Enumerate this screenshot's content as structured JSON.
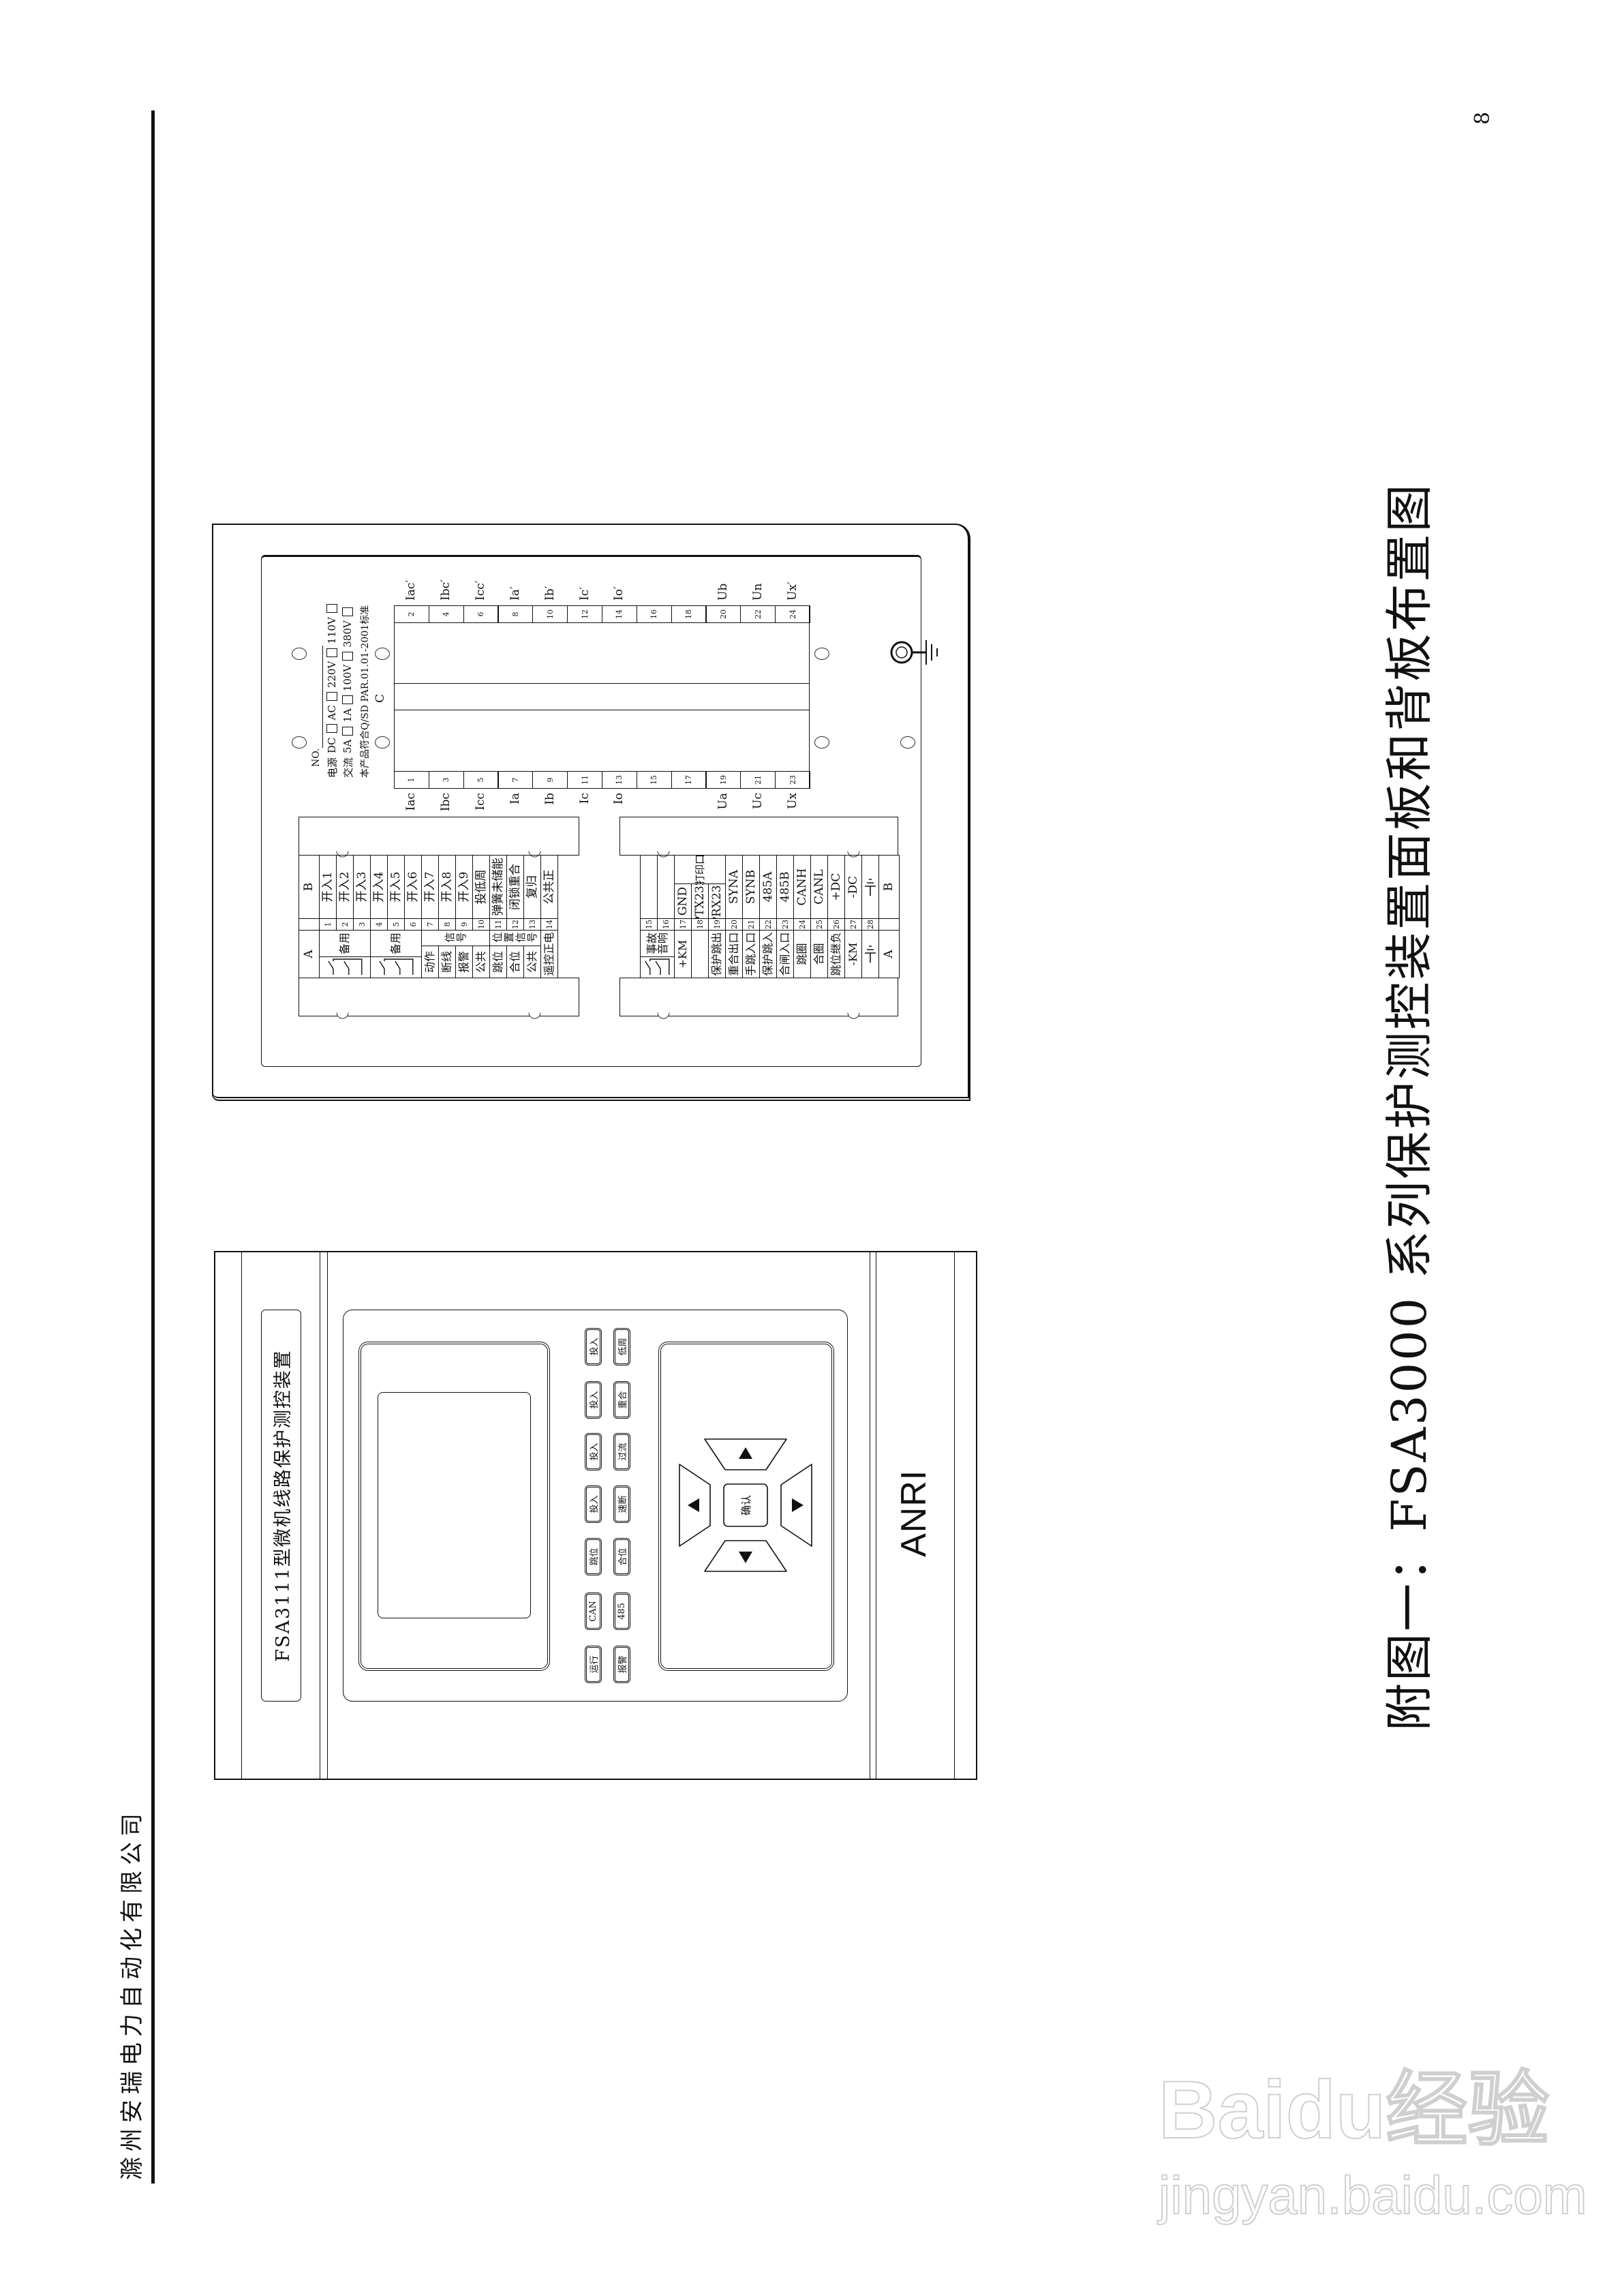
{
  "header": {
    "company": "滁州安瑞电力自动化有限公司",
    "page_number": "8"
  },
  "caption": "附图一：FSA3000 系列保护测控装置面板和背板布置图",
  "front_panel": {
    "title": "FSA3111型微机线路保护测控装置",
    "brand": "ANRI",
    "indicators": [
      {
        "top": "运行",
        "bottom": "报警"
      },
      {
        "top": "CAN",
        "bottom": "485"
      },
      {
        "top": "跳位",
        "bottom": "合位"
      },
      {
        "top": "投入",
        "bottom": "速断"
      },
      {
        "top": "投入",
        "bottom": "过流"
      },
      {
        "top": "投入",
        "bottom": "重合"
      },
      {
        "top": "投入",
        "bottom": "低周"
      }
    ],
    "keypad": {
      "confirm": "确认",
      "icons": [
        "arrow-up-icon",
        "arrow-down-icon",
        "arrow-left-icon",
        "arrow-right-icon"
      ]
    }
  },
  "back_panel": {
    "nameplate": {
      "no_label": "NO.",
      "power": {
        "label": "电源",
        "options": [
          "DC",
          "AC",
          "220V",
          "110V"
        ]
      },
      "current": {
        "label": "交流",
        "options": [
          "5A",
          "1A",
          "100V",
          "380V"
        ]
      },
      "standard": "本产品符合Q/SD PAR.01.01-2001标准"
    },
    "block_c": {
      "label": "C",
      "rows": [
        {
          "odd": "1",
          "even": "2",
          "odd_label": "Iac",
          "even_label": "Iac′"
        },
        {
          "odd": "3",
          "even": "4",
          "odd_label": "Ibc",
          "even_label": "Ibc′"
        },
        {
          "odd": "5",
          "even": "6",
          "odd_label": "Icc",
          "even_label": "Icc′"
        },
        {
          "odd": "7",
          "even": "8",
          "odd_label": "Ia",
          "even_label": "Ia′"
        },
        {
          "odd": "9",
          "even": "10",
          "odd_label": "Ib",
          "even_label": "Ib′"
        },
        {
          "odd": "11",
          "even": "12",
          "odd_label": "Ic",
          "even_label": "Ic′"
        },
        {
          "odd": "13",
          "even": "14",
          "odd_label": "Io",
          "even_label": "Io′"
        },
        {
          "odd": "15",
          "even": "16",
          "odd_label": "",
          "even_label": ""
        },
        {
          "odd": "17",
          "even": "18",
          "odd_label": "",
          "even_label": ""
        },
        {
          "odd": "19",
          "even": "20",
          "odd_label": "Ua",
          "even_label": "Ub"
        },
        {
          "odd": "21",
          "even": "22",
          "odd_label": "Uc",
          "even_label": "Un"
        },
        {
          "odd": "23",
          "even": "24",
          "odd_label": "Ux",
          "even_label": "Ux′"
        }
      ]
    },
    "left_block": {
      "zone_a": "A",
      "zone_b": "B",
      "terminals": [
        {
          "no": "1",
          "b": "开入1"
        },
        {
          "no": "2",
          "b": "开入2"
        },
        {
          "no": "3",
          "b": "开入3"
        },
        {
          "no": "4",
          "b": "开入4"
        },
        {
          "no": "5",
          "b": "开入5"
        },
        {
          "no": "6",
          "b": "开入6"
        },
        {
          "no": "7",
          "b": "开入7"
        },
        {
          "no": "8",
          "b": "开入8"
        },
        {
          "no": "9",
          "b": "开入9"
        },
        {
          "no": "10",
          "b": "投低周"
        },
        {
          "no": "11",
          "b": "弹簧未储能"
        },
        {
          "no": "12",
          "b": "闭锁重合"
        },
        {
          "no": "13",
          "b": "复归"
        },
        {
          "no": "14",
          "b": "公共正"
        }
      ],
      "b_headers": [],
      "a_groups": [
        {
          "type": "switch",
          "header": "备用",
          "terminals": [
            "1",
            "2",
            "3"
          ]
        },
        {
          "type": "switch",
          "header": "备用",
          "terminals": [
            "4",
            "5",
            "6"
          ]
        },
        {
          "type": "signal",
          "header": "信号",
          "terminals": [
            "7",
            "8",
            "9",
            "10"
          ],
          "items": [
            "动作",
            "断线",
            "报警",
            "公共"
          ]
        },
        {
          "type": "signal",
          "header": "位置信号",
          "terminals": [
            "11",
            "12",
            "13"
          ],
          "items": [
            "跳位",
            "合位",
            "公共"
          ]
        },
        {
          "type": "single",
          "terminals": [
            "14"
          ],
          "text": "遥控正电"
        }
      ]
    },
    "right_block": {
      "zone_a": "A",
      "zone_b": "B",
      "terminals": [
        {
          "no": "15",
          "b": ""
        },
        {
          "no": "16",
          "b": ""
        },
        {
          "no": "17",
          "b": "GND"
        },
        {
          "no": "18",
          "b": "PTX232"
        },
        {
          "no": "19",
          "b": "PRX232"
        },
        {
          "no": "20",
          "b": "SYNA"
        },
        {
          "no": "21",
          "b": "SYNB"
        },
        {
          "no": "22",
          "b": "485A"
        },
        {
          "no": "23",
          "b": "485B"
        },
        {
          "no": "24",
          "b": "CANH"
        },
        {
          "no": "25",
          "b": "CANL"
        },
        {
          "no": "26",
          "b": "+DC"
        },
        {
          "no": "27",
          "b": "-DC"
        },
        {
          "no": "28",
          "b_icon": "ground-icon"
        }
      ],
      "b_headers": [
        {
          "header": "打印口",
          "terminals": [
            "17",
            "18",
            "19"
          ]
        }
      ],
      "a_groups": [
        {
          "type": "switch",
          "header": "事故音响",
          "terminals": [
            "15",
            "16"
          ]
        },
        {
          "type": "single",
          "terminals": [
            "17"
          ],
          "text": "+KM"
        },
        {
          "type": "single",
          "terminals": [
            "18"
          ],
          "text": ""
        },
        {
          "type": "single",
          "terminals": [
            "19"
          ],
          "text": "保护跳出"
        },
        {
          "type": "single",
          "terminals": [
            "20"
          ],
          "text": "重合出口"
        },
        {
          "type": "single",
          "terminals": [
            "21"
          ],
          "text": "手跳入口"
        },
        {
          "type": "single",
          "terminals": [
            "22"
          ],
          "text": "保护跳入"
        },
        {
          "type": "single",
          "terminals": [
            "23"
          ],
          "text": "合闸入口"
        },
        {
          "type": "single",
          "terminals": [
            "24"
          ],
          "text": "跳圈"
        },
        {
          "type": "single",
          "terminals": [
            "25"
          ],
          "text": "合圈"
        },
        {
          "type": "single",
          "terminals": [
            "26"
          ],
          "text": "跳位继负"
        },
        {
          "type": "single",
          "terminals": [
            "27"
          ],
          "text": "-KM"
        },
        {
          "type": "ground",
          "terminals": [
            "28"
          ]
        }
      ]
    }
  },
  "watermark": {
    "logo": "Baidu经验",
    "url": "jingyan.baidu.com"
  }
}
